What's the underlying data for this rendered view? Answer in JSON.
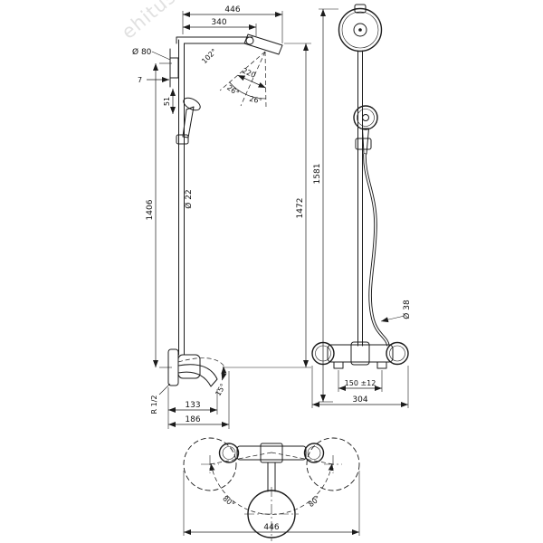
{
  "drawing": {
    "watermark": "ehitus",
    "labels": {
      "top_width": "446",
      "arm_length": "340",
      "flange_dia": "Ø 80",
      "head_angle": "102°",
      "spray_width": "220",
      "spray_angle_left": "26°",
      "spray_angle_right": "26°",
      "wall_offset": "7",
      "pipe_offset": "51",
      "pipe_height": "1406",
      "pipe_dia": "Ø 22",
      "height_side": "1472",
      "height_front": "1581",
      "hose_dia": "Ø 38",
      "thread": "R 1/2",
      "spout_angle": "15°",
      "spout_reach_short": "133",
      "spout_reach_long": "186",
      "connection_spacing": "150 ±12",
      "valve_width": "304",
      "swivel_left": "80°",
      "swivel_right": "80°",
      "swivel_width": "446"
    }
  }
}
